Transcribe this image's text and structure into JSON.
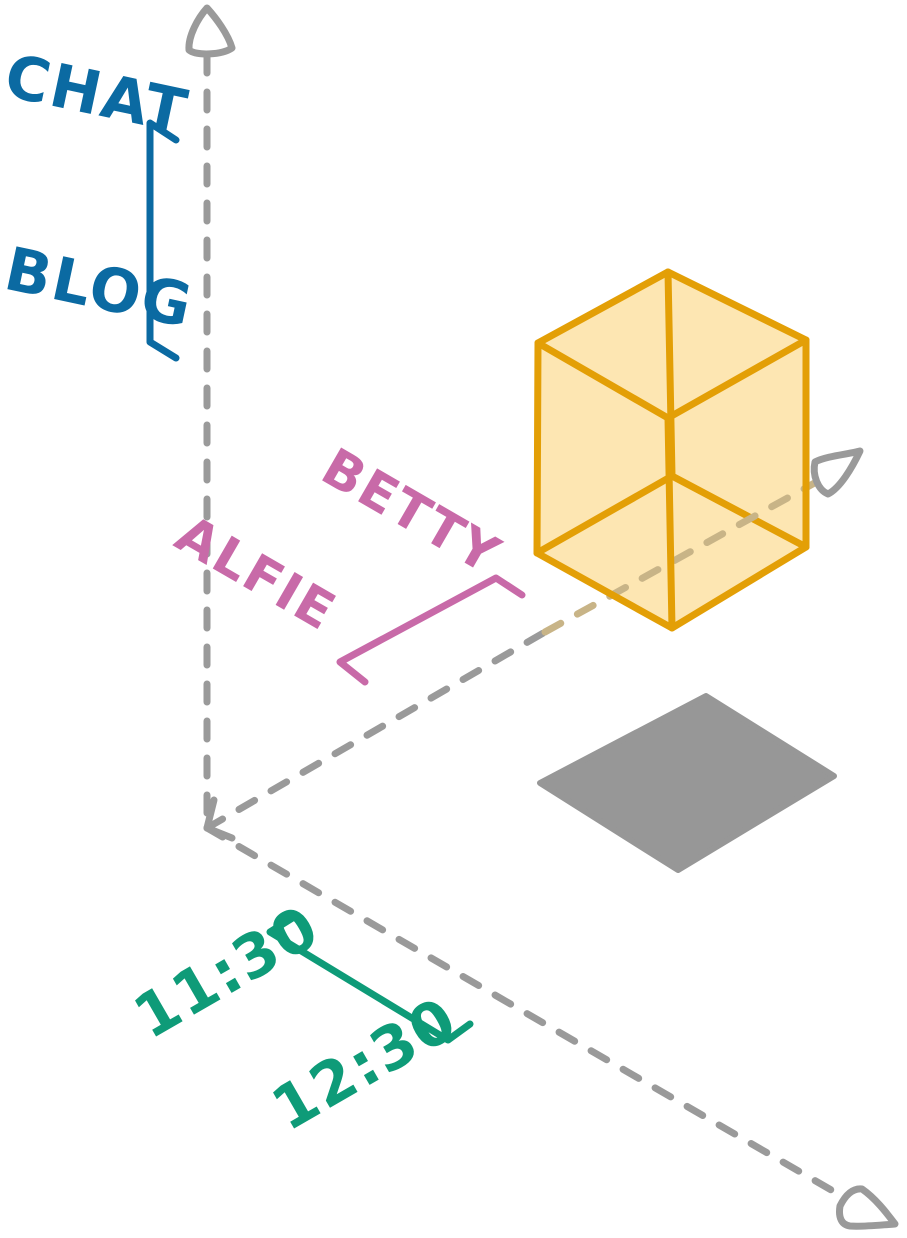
{
  "colors": {
    "axis": "#9a9a9a",
    "content_axis": "#0b6aa2",
    "person_axis": "#c86aa8",
    "time_axis": "#0e9b78",
    "cube_stroke": "#e39f06",
    "cube_fill": "#fde3a7",
    "shadow": "#979797"
  },
  "vertical_axis": {
    "labels": [
      "CHAT",
      "BLOG"
    ]
  },
  "depth_axis": {
    "labels": [
      "BETTY",
      "ALFIE"
    ]
  },
  "horizontal_axis": {
    "labels": [
      "11:30",
      "12:30"
    ]
  }
}
